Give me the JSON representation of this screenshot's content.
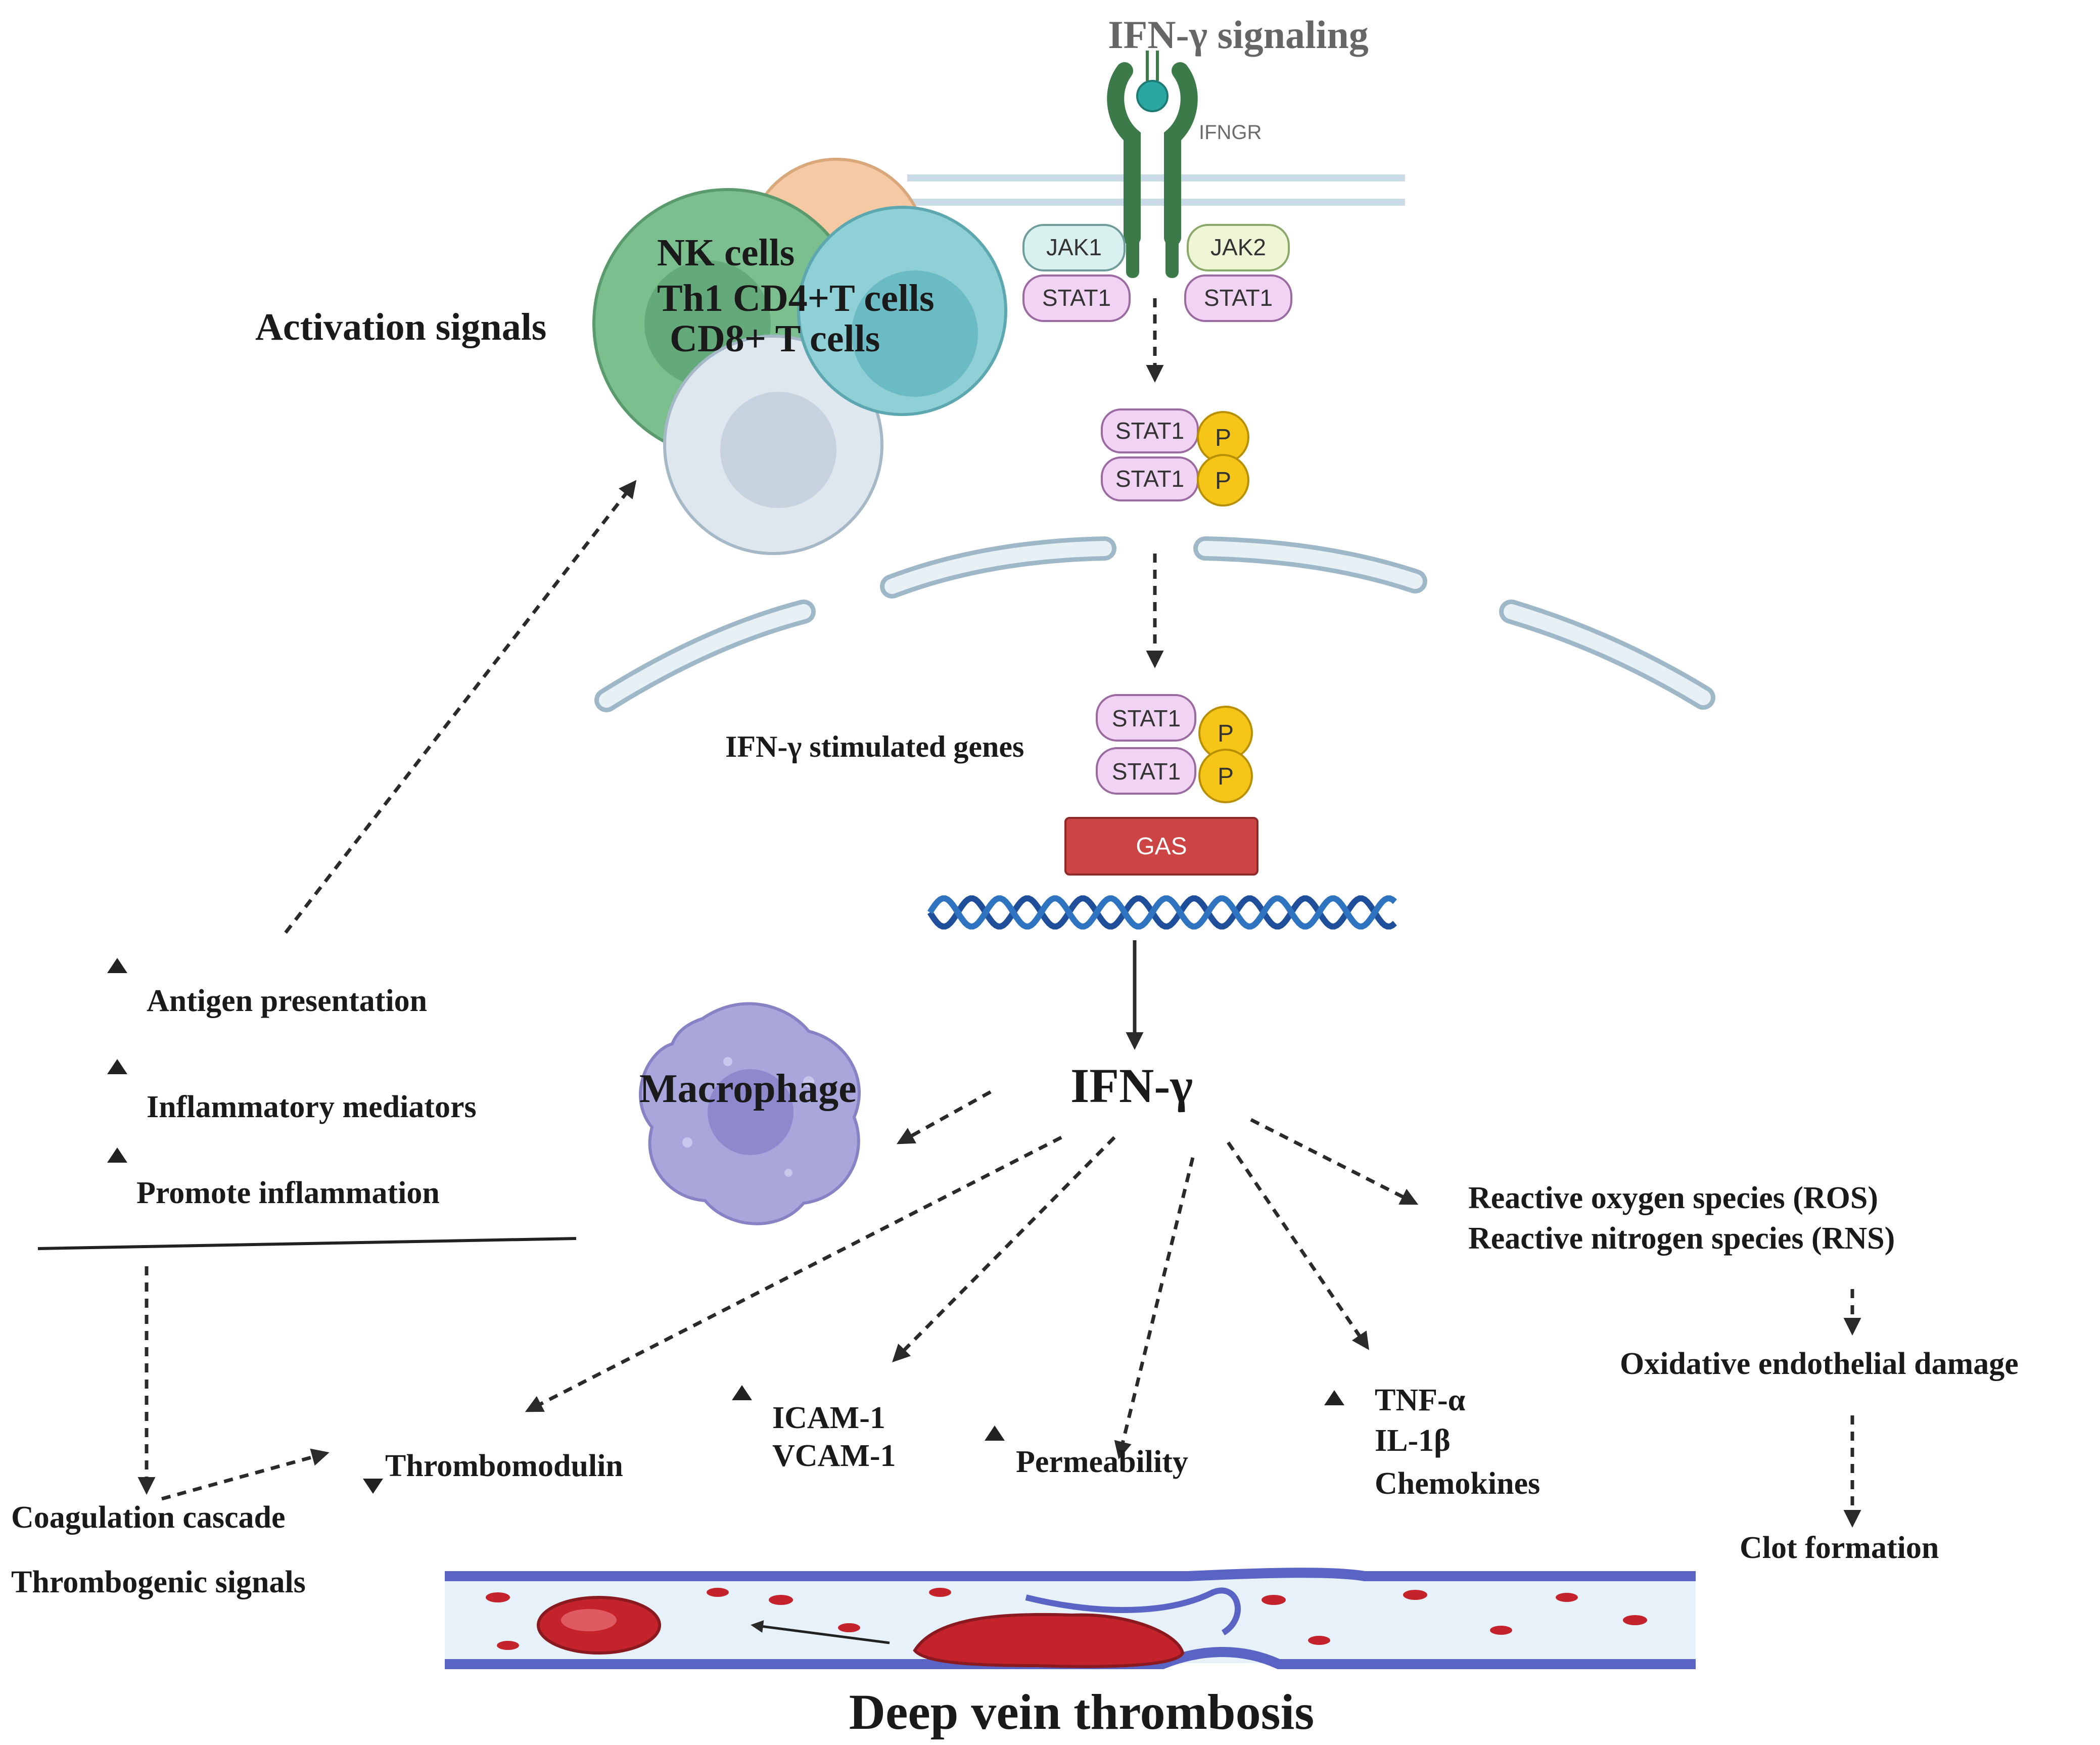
{
  "signaling": {
    "title": "IFN-γ signaling",
    "receptor": "IFNGR",
    "jak1": "JAK1",
    "jak2": "JAK2",
    "stat": "STAT1",
    "phospho": "P",
    "gas": "GAS"
  },
  "cells": {
    "activation_signals": "Activation signals",
    "nk": "NK cells",
    "th1": "Th1 CD4+T cells",
    "cd8": "CD8+ T cells",
    "macrophage": "Macrophage"
  },
  "genes_label": "IFN-γ stimulated genes",
  "ifn_label": "IFN-γ",
  "left_effects": {
    "antigen": "Antigen presentation",
    "mediators": "Inflammatory mediators",
    "inflammation": "Promote inflammation",
    "coagulation": "Coagulation cascade",
    "thrombogenic": "Thrombogenic signals"
  },
  "bottom_effects": {
    "thrombomodulin": "Thrombomodulin",
    "icam": "ICAM-1",
    "vcam": "VCAM-1",
    "permeability": "Permeability",
    "tnf": "TNF-α",
    "il1": "IL-1β",
    "chemokines": "Chemokines"
  },
  "right_effects": {
    "ros": "Reactive oxygen species (ROS)",
    "rns": "Reactive nitrogen species (RNS)",
    "oxidative": "Oxidative endothelial damage",
    "clot": "Clot formation"
  },
  "footer": {
    "title": "Deep vein thrombosis"
  },
  "colors": {
    "receptor": "#3d7a4a",
    "ligand": "#2aa7a0",
    "membrane": "#c9dbe6",
    "jak1": "#d8f0ee",
    "jak2": "#eef6d6",
    "stat": "#f1d3f3",
    "phospho": "#f5c518",
    "gas": "#cc4444",
    "dna": "#1f4f9a",
    "nk_cell": "#7bbf8e",
    "orange_cell": "#f5c9a4",
    "teal_cell": "#8fd0d6",
    "grey_cell": "#dfe7ee",
    "macrophage": "#a9a6dc",
    "vein": "#5a64c4",
    "clot": "#c4232c"
  }
}
